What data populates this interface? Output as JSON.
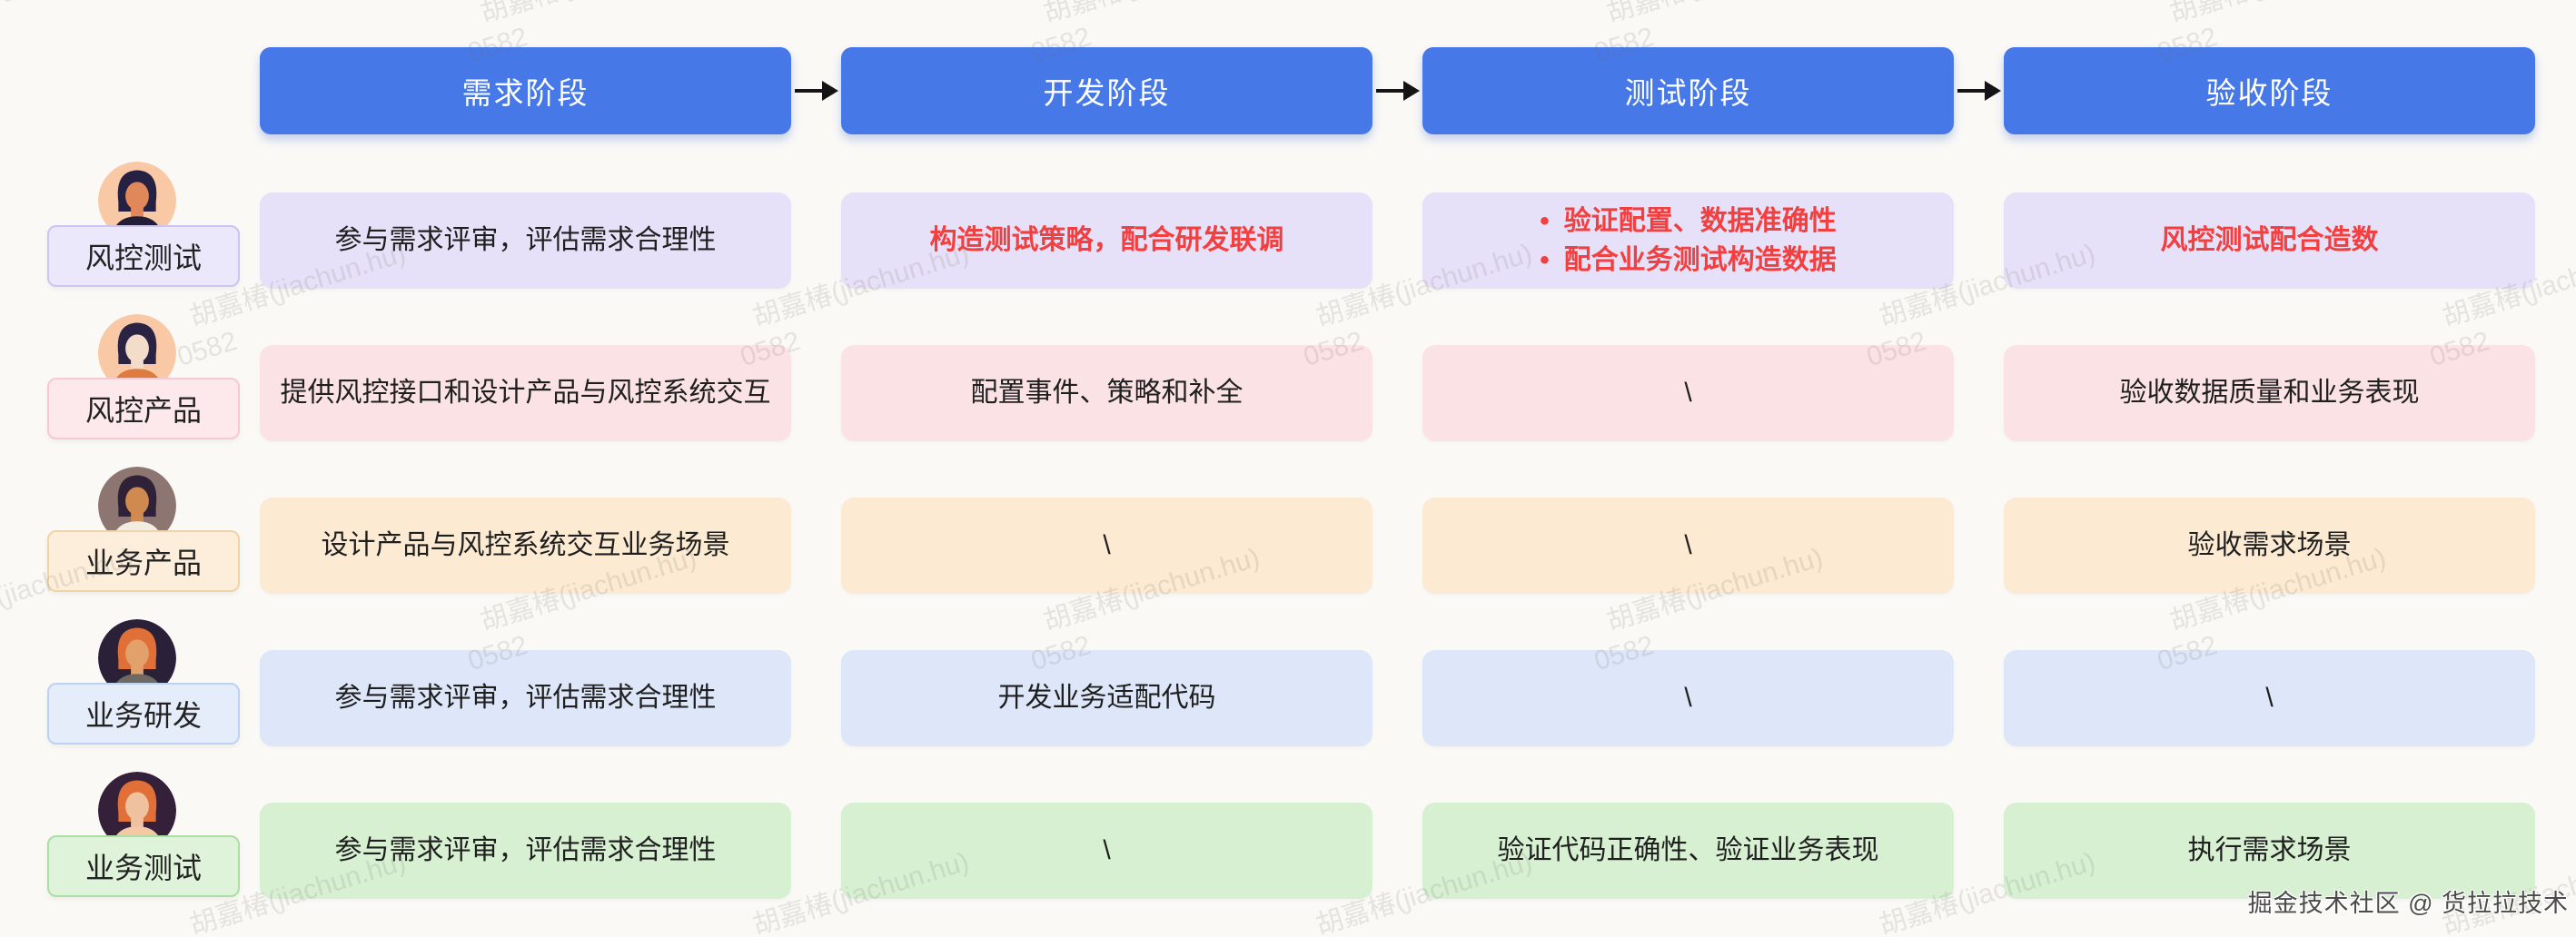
{
  "theme": {
    "background": "#faf9f6",
    "phase_bg": "#4678e8",
    "phase_text": "#ffffff",
    "arrow_color": "#141414",
    "text_color": "#1f1f1f",
    "highlight_color": "#f23f3f"
  },
  "phases": [
    {
      "label": "需求阶段"
    },
    {
      "label": "开发阶段"
    },
    {
      "label": "测试阶段"
    },
    {
      "label": "验收阶段"
    }
  ],
  "roles": [
    {
      "name": "风控测试",
      "colors": {
        "cell_bg": "#e6e1f8",
        "label_bg": "#ece8fb",
        "label_border": "#cdc4f1"
      },
      "avatar": {
        "bg": "#f9c9a5",
        "hair": "#262042",
        "skin": "#e0885a",
        "shirt": "#221e38"
      },
      "cells": [
        {
          "lines": [
            "参与需求评审，评估需求合理性"
          ],
          "highlight": false,
          "bulleted": false
        },
        {
          "lines": [
            "构造测试策略，配合研发联调"
          ],
          "highlight": true,
          "bulleted": false
        },
        {
          "lines": [
            "验证配置、数据准确性",
            "配合业务测试构造数据"
          ],
          "highlight": true,
          "bulleted": true
        },
        {
          "lines": [
            "风控测试配合造数"
          ],
          "highlight": true,
          "bulleted": false
        }
      ]
    },
    {
      "name": "风控产品",
      "colors": {
        "cell_bg": "#fbe2e5",
        "label_bg": "#fde9ec",
        "label_border": "#f6c9d2"
      },
      "avatar": {
        "bg": "#f9c9a5",
        "hair": "#2a2344",
        "skin": "#f4dcca",
        "shirt": "#de7b3e"
      },
      "cells": [
        {
          "lines": [
            "提供风控接口和设计产品与风控系统交互"
          ],
          "highlight": false,
          "bulleted": false
        },
        {
          "lines": [
            "配置事件、策略和补全"
          ],
          "highlight": false,
          "bulleted": false
        },
        {
          "lines": [
            "\\"
          ],
          "highlight": false,
          "bulleted": false
        },
        {
          "lines": [
            "验收数据质量和业务表现"
          ],
          "highlight": false,
          "bulleted": false
        }
      ]
    },
    {
      "name": "业务产品",
      "colors": {
        "cell_bg": "#fcead2",
        "label_bg": "#fdeedb",
        "label_border": "#f2d3a4"
      },
      "avatar": {
        "bg": "#8d7672",
        "hair": "#2f2138",
        "skin": "#d08a50",
        "shirt": "#f3ece4"
      },
      "cells": [
        {
          "lines": [
            "设计产品与风控系统交互业务场景"
          ],
          "highlight": false,
          "bulleted": false
        },
        {
          "lines": [
            "\\"
          ],
          "highlight": false,
          "bulleted": false
        },
        {
          "lines": [
            "\\"
          ],
          "highlight": false,
          "bulleted": false
        },
        {
          "lines": [
            "验收需求场景"
          ],
          "highlight": false,
          "bulleted": false
        }
      ]
    },
    {
      "name": "业务研发",
      "colors": {
        "cell_bg": "#dde7f9",
        "label_bg": "#e5edfb",
        "label_border": "#bdd2f2"
      },
      "avatar": {
        "bg": "#2a2138",
        "hair": "#e06f38",
        "skin": "#e2a06a",
        "shirt": "#6e6962"
      },
      "cells": [
        {
          "lines": [
            "参与需求评审，评估需求合理性"
          ],
          "highlight": false,
          "bulleted": false
        },
        {
          "lines": [
            "开发业务适配代码"
          ],
          "highlight": false,
          "bulleted": false
        },
        {
          "lines": [
            "\\"
          ],
          "highlight": false,
          "bulleted": false
        },
        {
          "lines": [
            "\\"
          ],
          "highlight": false,
          "bulleted": false
        }
      ]
    },
    {
      "name": "业务测试",
      "colors": {
        "cell_bg": "#d6f0d1",
        "label_bg": "#def3d9",
        "label_border": "#a9e0a1"
      },
      "avatar": {
        "bg": "#342039",
        "hair": "#e06f38",
        "skin": "#efc19e",
        "shirt": "#f5c9a6"
      },
      "cells": [
        {
          "lines": [
            "参与需求评审，评估需求合理性"
          ],
          "highlight": false,
          "bulleted": false
        },
        {
          "lines": [
            "\\"
          ],
          "highlight": false,
          "bulleted": false
        },
        {
          "lines": [
            "验证代码正确性、验证业务表现"
          ],
          "highlight": false,
          "bulleted": false
        },
        {
          "lines": [
            "执行需求场景"
          ],
          "highlight": false,
          "bulleted": false
        }
      ]
    }
  ],
  "watermark": {
    "line1": "胡嘉椿(jiachun.hu)",
    "line2": "0582"
  },
  "footer": {
    "text": "掘金技术社区 @ 货拉拉技术"
  }
}
